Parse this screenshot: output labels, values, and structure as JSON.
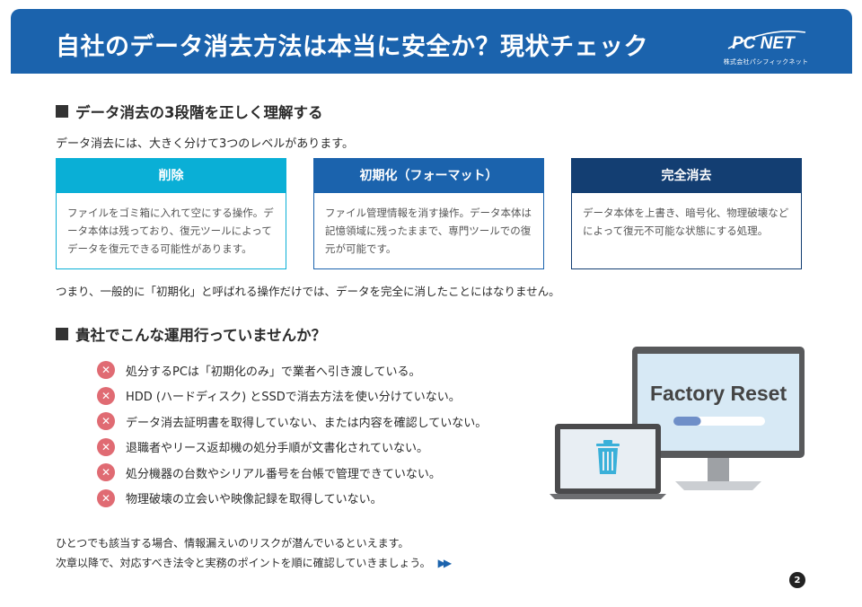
{
  "header": {
    "title": "自社のデータ消去方法は本当に安全か？現状チェック",
    "logo_text": "PC NET",
    "logo_sub": "株式会社パシフィックネット",
    "color": "#1b63ad"
  },
  "section1": {
    "heading": "データ消去の3段階を正しく理解する",
    "intro": "データ消去には、大きく分けて3つのレベルがあります。",
    "cards": [
      {
        "title": "削除",
        "color": "#0aafd6",
        "body": "ファイルをゴミ箱に入れて空にする操作。データ本体は残っており、復元ツールによってデータを復元できる可能性があります。"
      },
      {
        "title": "初期化（フォーマット）",
        "color": "#1b63ad",
        "body": "ファイル管理情報を消す操作。データ本体は記憶領域に残ったままで、専門ツールでの復元が可能です。"
      },
      {
        "title": "完全消去",
        "color": "#133e72",
        "body": "データ本体を上書き、暗号化、物理破壊などによって復元不可能な状態にする処理。"
      }
    ],
    "conclusion": "つまり、一般的に「初期化」と呼ばれる操作だけでは、データを完全に消したことにはなりません。"
  },
  "section2": {
    "heading": "貴社でこんな運用行っていませんか？",
    "items": [
      "処分するPCは「初期化のみ」で業者へ引き渡している。",
      "HDD (ハードディスク) とSSDで消去方法を使い分けていない。",
      "データ消去証明書を取得していない、または内容を確認していない。",
      "退職者やリース返却機の処分手順が文書化されていない。",
      "処分機器の台数やシリアル番号を台帳で管理できていない。",
      "物理破壊の立会いや映像記録を取得していない。"
    ],
    "icon": "x-circle-icon",
    "icon_color": "#e06b73"
  },
  "illustration": {
    "screen_text": "Factory Reset",
    "progress": 0.3
  },
  "footer": {
    "line1": "ひとつでも該当する場合、情報漏えいのリスクが潜んでいるといえます。",
    "line2": "次章以降で、対応すべき法令と実務のポイントを順に確認していきましょう。",
    "page_number": "2"
  }
}
